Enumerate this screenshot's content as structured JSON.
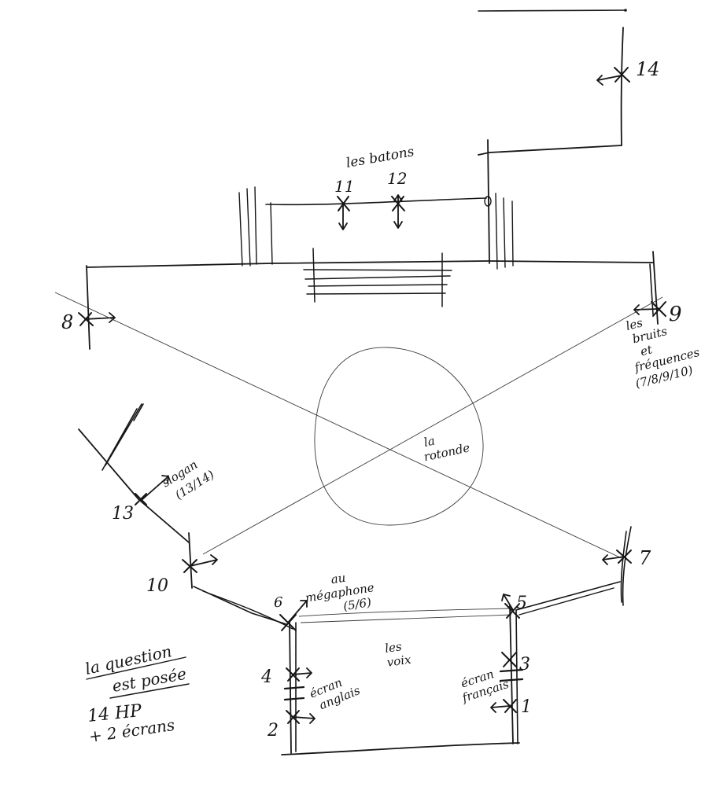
{
  "labels": {
    "n14": "14",
    "les_batons": "les batons",
    "n11": "11",
    "n12": "12",
    "n8": "8",
    "n9": "9",
    "les_bruits": "les",
    "les_bruits_2": "bruits",
    "les_bruits_3": "et",
    "les_bruits_4": "fréquences",
    "bruits_nums": "(7/8/9/10)",
    "rotonde_1": "la",
    "rotonde_2": "rotonde",
    "slogan_1": "slogan",
    "slogan_2": "(13/14)",
    "n13": "13",
    "n10": "10",
    "n7": "7",
    "megaphone_1": "au",
    "megaphone_2": "mégaphone",
    "megaphone_3": "(5/6)",
    "n6": "6",
    "n5": "5",
    "voix_1": "les",
    "voix_2": "voix",
    "n4": "4",
    "n3": "3",
    "n2": "2",
    "n1": "1",
    "ecran_anglais_1": "écran",
    "ecran_anglais_2": "anglais",
    "ecran_francais_1": "écran",
    "ecran_francais_2": "français",
    "question_1": "la question",
    "question_2": "est posée",
    "question_3": "14 HP",
    "question_4": "+ 2 écrans"
  },
  "colors": {
    "ink": "#161616",
    "paper": "#ffffff"
  }
}
